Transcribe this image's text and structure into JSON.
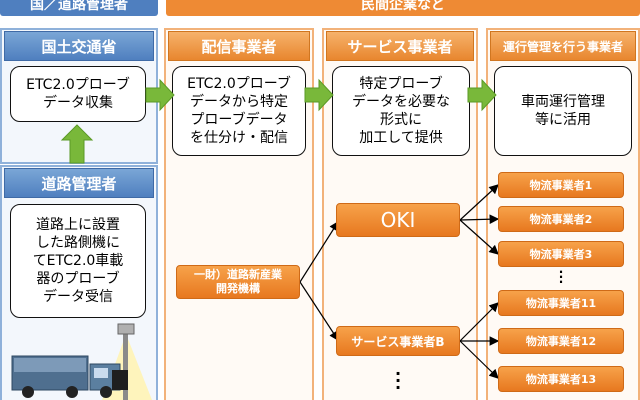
{
  "top_bands": {
    "government": "国／道路管理者",
    "private": "民間企業など"
  },
  "headers": {
    "mlit": "国土交通省",
    "distributor": "配信事業者",
    "service": "サービス事業者",
    "fleet": "運行管理を行う事業者",
    "road_admin": "道路管理者"
  },
  "boxes": {
    "collect": "ETC2.0プローブ\nデータ収集",
    "distribute": "ETC2.0プローブ\nデータから特定\nプローブデータ\nを仕分け・配信",
    "process": "特定プローブ\nデータを必要な\n形式に\n加工して提供",
    "utilize": "車両運行管理\n等に活用",
    "receive": "道路上に設置\nした路側機に\nてETC2.0車載\n器のプローブ\nデータ受信"
  },
  "entities": {
    "foundation": "一財）道路新産業\n開発機構",
    "oki": "OKI",
    "service_b": "サービス事業者B"
  },
  "logistics": [
    "物流事業者1",
    "物流事業者2",
    "物流事業者3",
    "物流事業者11",
    "物流事業者12",
    "物流事業者13"
  ],
  "colors": {
    "blue_header": "#5b8bc6",
    "orange": "#ed8a2f",
    "green_arrow": "#79b83a"
  },
  "icons": [
    "roadside-antenna-icon",
    "truck-icon",
    "right-arrow-icon",
    "up-arrow-icon"
  ]
}
